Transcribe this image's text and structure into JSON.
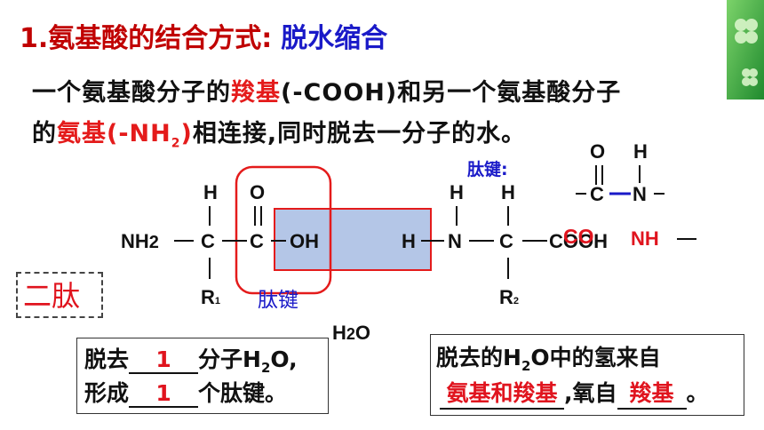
{
  "heading": {
    "number": "1.",
    "title": "氨基酸的结合方式:",
    "method": "脱水缩合"
  },
  "paragraph": {
    "line1_a": "一个氨基酸分子的",
    "line1_carboxyl": "羧基",
    "line1_b": "(-COOH)和另一个氨基酸分子",
    "line2_a": "的",
    "line2_amino": "氨基(-NH",
    "line2_sub": "2",
    "line2_close": ")",
    "line2_b": "相连接,同时脱去一分子的水。"
  },
  "diagram": {
    "peptide_bond_label_top": "肽键:",
    "bond_O": "O",
    "bond_H": "H",
    "bond_C": "C",
    "bond_N": "N",
    "aa1_H": "H",
    "aa1_O": "O",
    "aa1_NH": "NH",
    "aa1_NH_sub": "2",
    "aa1_C": "C",
    "aa1_C2": "C",
    "aa1_OH": "OH",
    "aa1_R": "R",
    "aa1_R_sub": "1",
    "aa2_H1": "H",
    "aa2_H2": "H",
    "aa2_H": "H",
    "aa2_N": "N",
    "aa2_C": "C",
    "aa2_COOH": "COOH",
    "aa2_R": "R",
    "aa2_R_sub": "2",
    "overlay_CO": "CO",
    "overlay_NH": "NH",
    "peptide_bond_label": "肽键",
    "water": "H",
    "water_sub": "2",
    "water_O": "O",
    "dipeptide": "二肽"
  },
  "box_left": {
    "line1_a": "脱去",
    "line1_answer": "1",
    "line1_b": "分子H",
    "line1_sub": "2",
    "line1_c": "O,",
    "line2_a": "形成",
    "line2_answer": "1",
    "line2_b": "个肽键。"
  },
  "box_right": {
    "line1_a": "脱去的H",
    "line1_sub": "2",
    "line1_b": "O中的氢来自",
    "line2_answer1": "氨基和羧基",
    "line2_a": ",氧自",
    "line2_answer2": "羧基",
    "line2_b": "。"
  },
  "colors": {
    "heading_red": "#c00000",
    "blue": "#1a1ac8",
    "red": "#e41b1b",
    "highlight": "#b4c6e7"
  }
}
